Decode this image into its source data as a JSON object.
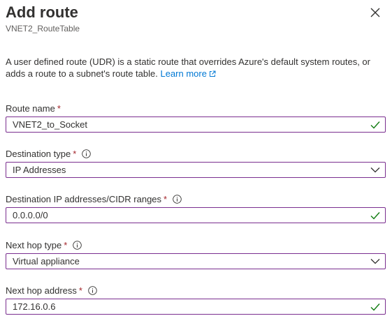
{
  "header": {
    "title": "Add route",
    "subtitle": "VNET2_RouteTable"
  },
  "description": {
    "text": "A user defined route (UDR) is a static route that overrides Azure's default system routes, or adds a route to a subnet's route table.",
    "link_label": "Learn more"
  },
  "form": {
    "route_name": {
      "label": "Route name",
      "required_mark": "*",
      "value": "VNET2_to_Socket"
    },
    "destination_type": {
      "label": "Destination type",
      "required_mark": "*",
      "value": "IP Addresses"
    },
    "destination_cidr": {
      "label": "Destination IP addresses/CIDR ranges",
      "required_mark": "*",
      "value": "0.0.0.0/0"
    },
    "next_hop_type": {
      "label": "Next hop type",
      "required_mark": "*",
      "value": "Virtual appliance"
    },
    "next_hop_address": {
      "label": "Next hop address",
      "required_mark": "*",
      "value": "172.16.0.6"
    }
  },
  "icons": {
    "close": "close-icon",
    "info": "info-icon",
    "valid": "checkmark-icon",
    "dropdown": "chevron-down-icon",
    "external": "external-link-icon"
  },
  "colors": {
    "accent_link": "#0078d4",
    "input_border": "#7a2e8f",
    "required": "#a4262c",
    "valid_check": "#107c10"
  }
}
